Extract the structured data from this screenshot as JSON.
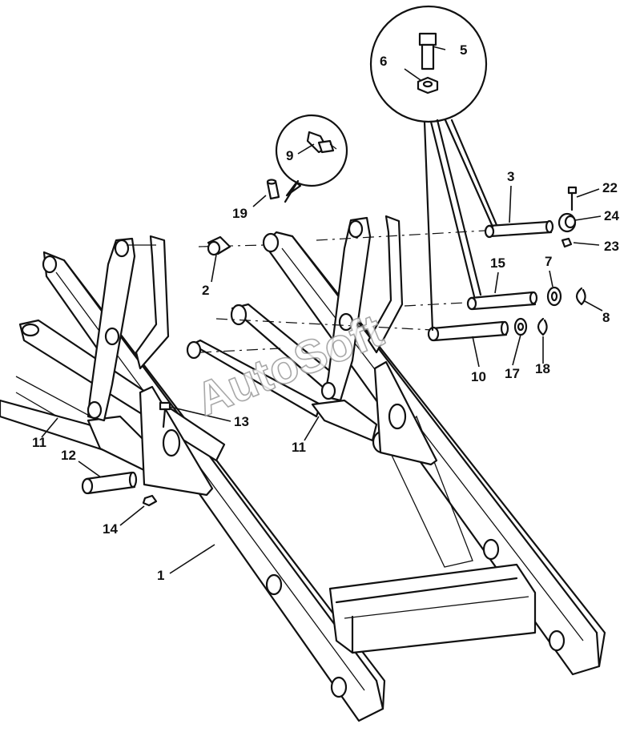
{
  "watermark": "AutoSoft",
  "callouts": {
    "c1": "1",
    "c2": "2",
    "c3": "3",
    "c5": "5",
    "c6": "6",
    "c7": "7",
    "c8": "8",
    "c9": "9",
    "c10": "10",
    "c11a": "11",
    "c11b": "11",
    "c12": "12",
    "c13": "13",
    "c14": "14",
    "c15": "15",
    "c17": "17",
    "c18": "18",
    "c19": "19",
    "c22": "22",
    "c23": "23",
    "c24": "24"
  },
  "colors": {
    "ink": "#111111",
    "paper": "#ffffff",
    "watermark": "#9a9a9a"
  }
}
